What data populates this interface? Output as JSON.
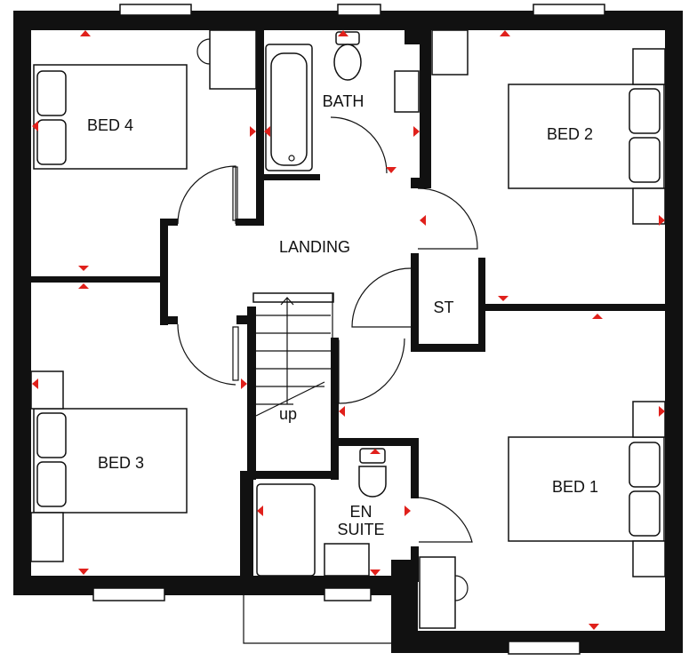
{
  "rooms": {
    "bed4": "BED 4",
    "bath": "BATH",
    "bed2": "BED 2",
    "landing": "LANDING",
    "st": "ST",
    "bed3": "BED 3",
    "en_suite_line1": "EN",
    "en_suite_line2": "SUITE",
    "bed1": "BED 1"
  },
  "stairs_label": "up",
  "colors": {
    "wall": "#111111",
    "marker": "#e0201b",
    "background": "#ffffff"
  }
}
